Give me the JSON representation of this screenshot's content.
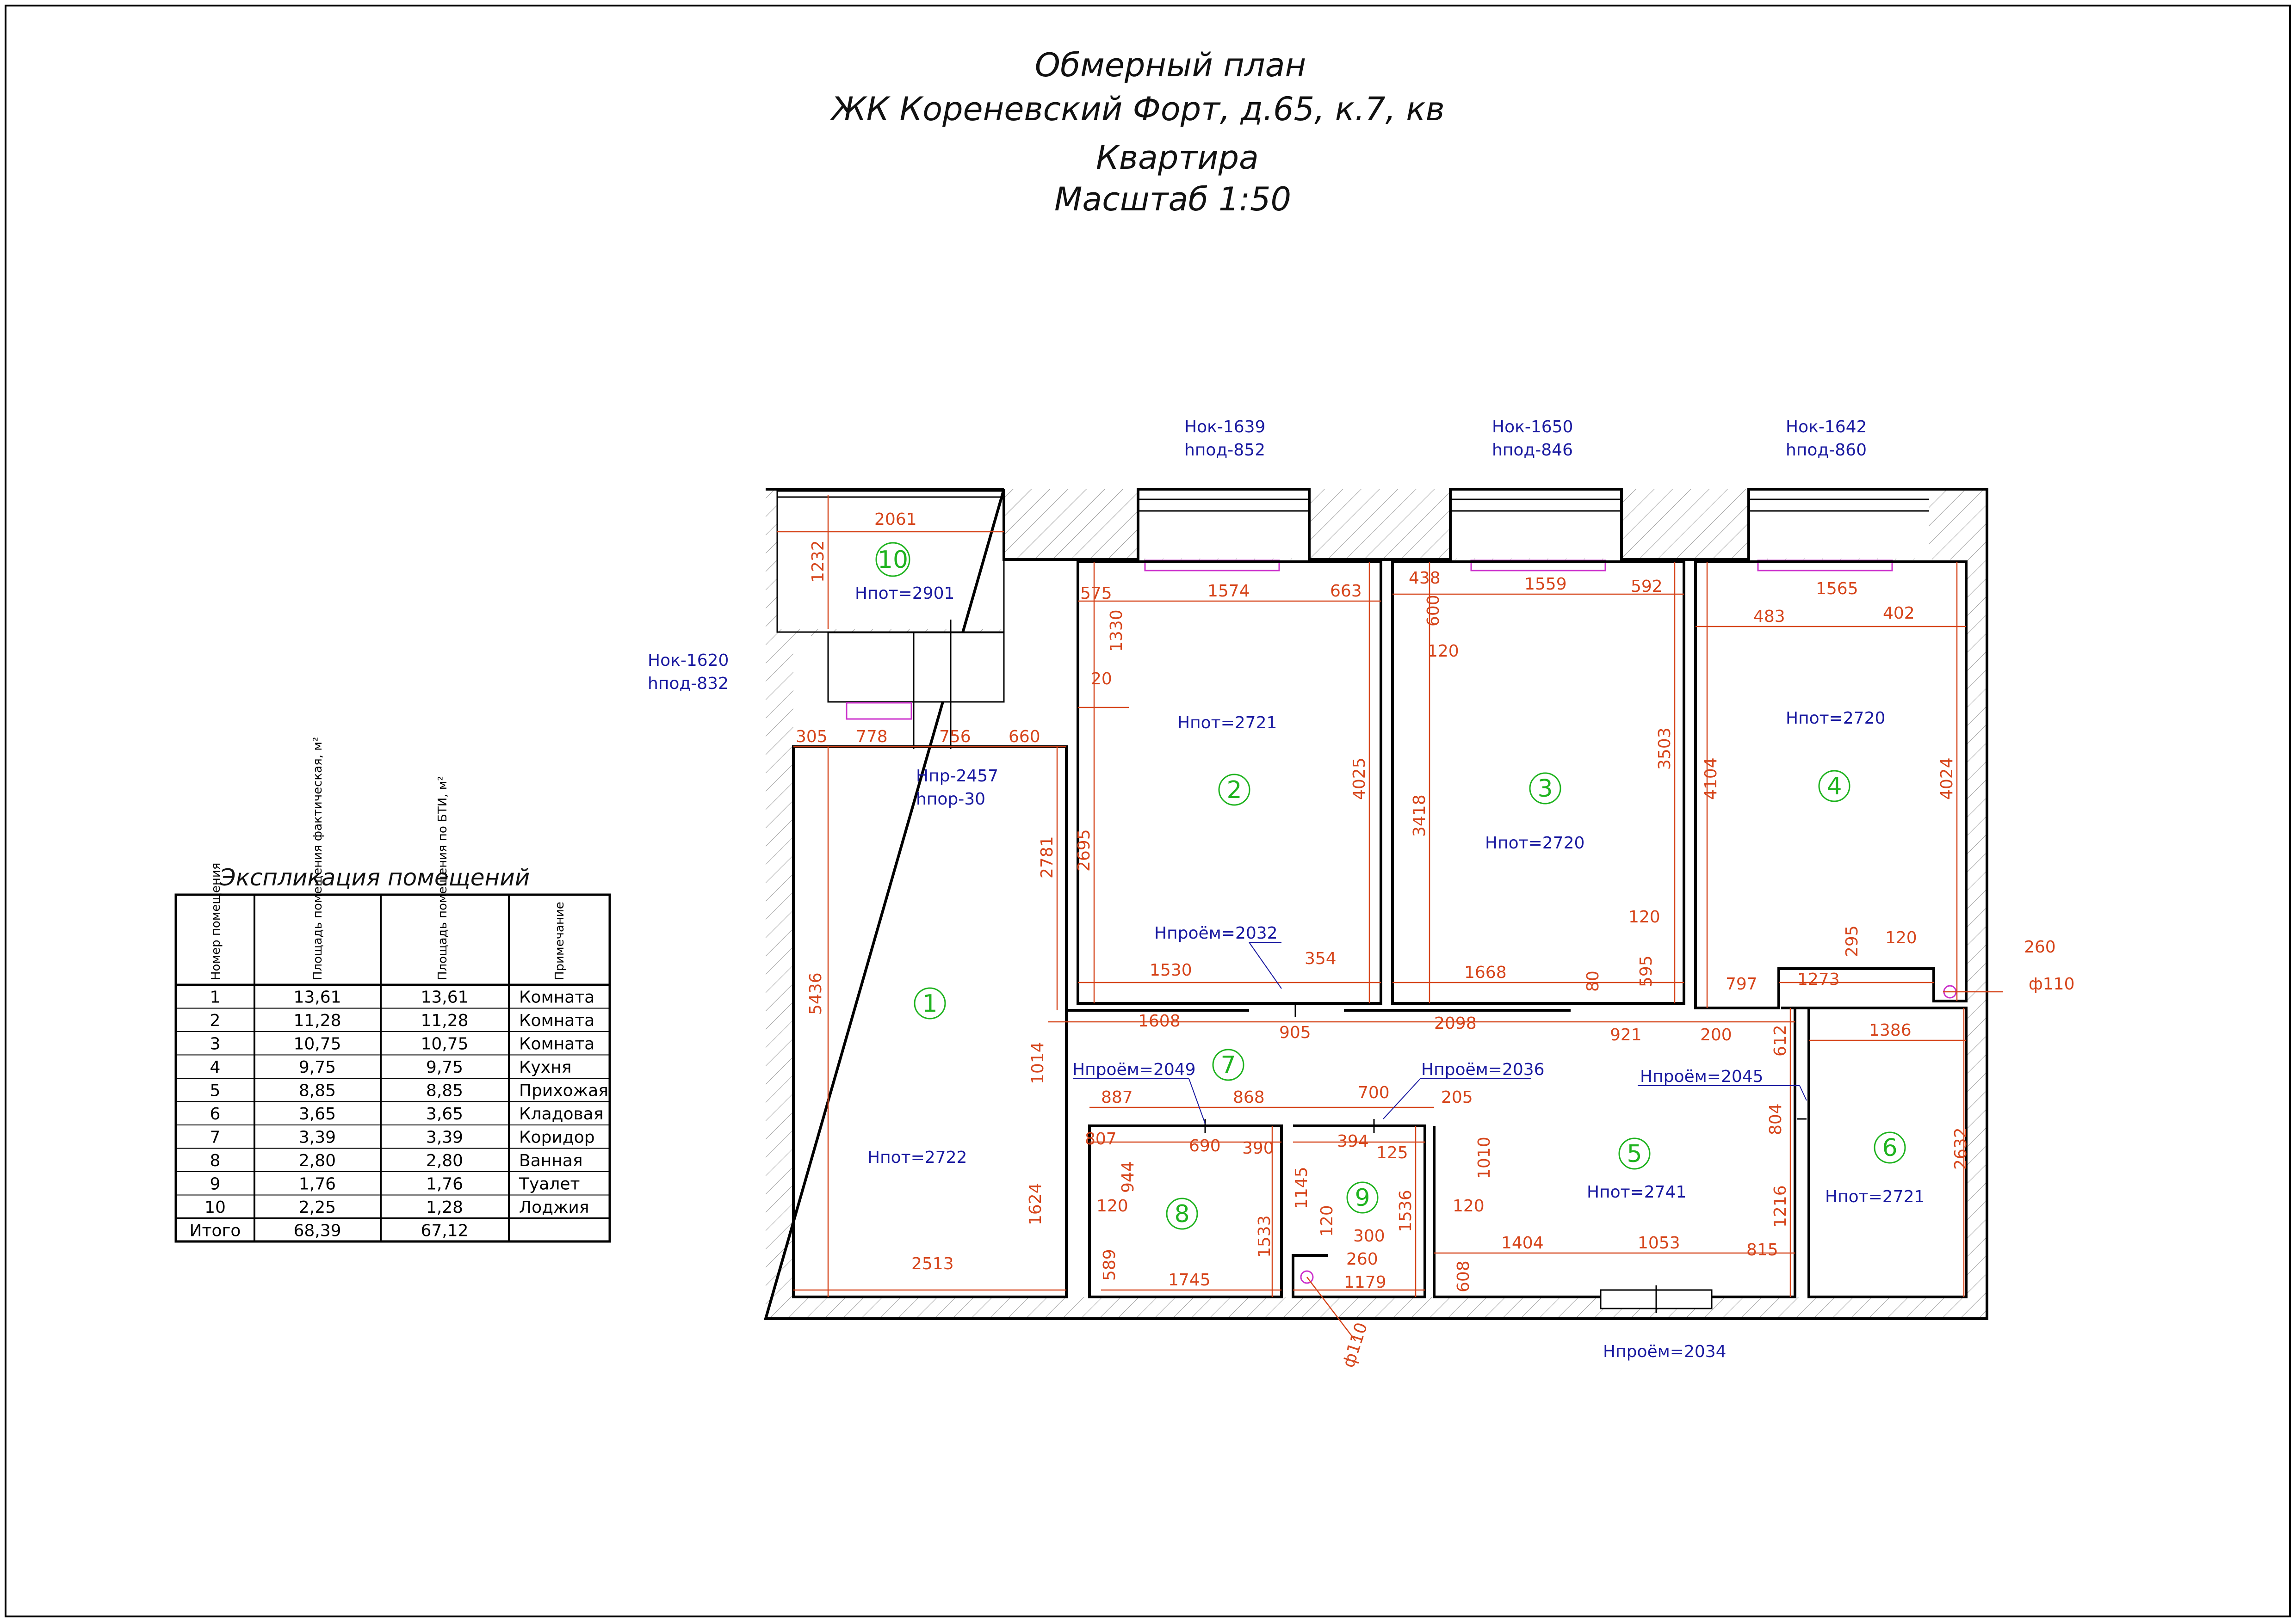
{
  "title": {
    "line1": "Обмерный план",
    "line2": "ЖК Кореневский Форт, д.65, к.7, кв",
    "line3": "Квартира",
    "line4": "Масштаб 1:50"
  },
  "windows": [
    {
      "h": "Нок-1639",
      "sill": "hпод-852"
    },
    {
      "h": "Нок-1650",
      "sill": "hпод-846"
    },
    {
      "h": "Нок-1642",
      "sill": "hпод-860"
    },
    {
      "h": "Нок-1620",
      "sill": "hпод-832"
    }
  ],
  "balcony_door": {
    "h": "Нпр-2457",
    "threshold": "hпор-30"
  },
  "rooms": [
    {
      "num": "1",
      "height": "Нпот=2722"
    },
    {
      "num": "2",
      "height": "Нпот=2721"
    },
    {
      "num": "3",
      "height": "Нпот=2720"
    },
    {
      "num": "4",
      "height": "Нпот=2720"
    },
    {
      "num": "5",
      "height": "Нпот=2741"
    },
    {
      "num": "6",
      "height": "Нпот=2721"
    },
    {
      "num": "7",
      "height": ""
    },
    {
      "num": "8",
      "height": ""
    },
    {
      "num": "9",
      "height": ""
    },
    {
      "num": "10",
      "height": "Нпот=2901"
    }
  ],
  "openings": [
    "Нпроём=2032",
    "Нпроём=2049",
    "Нпроём=2036",
    "Нпроём=2045",
    "Нпроём=2034"
  ],
  "pipes": [
    "ф110",
    "ф110"
  ],
  "dimensions": {
    "d2061": "2061",
    "d1232": "1232",
    "d575": "575",
    "d1574": "1574",
    "d663": "663",
    "d1330": "1330",
    "d20": "20",
    "d438": "438",
    "d1559": "1559",
    "d592": "592",
    "d600": "600",
    "d120a": "120",
    "d483": "483",
    "d1565": "1565",
    "d402": "402",
    "d305": "305",
    "d778": "778",
    "d756": "756",
    "d660": "660",
    "d2781": "2781",
    "d2695": "2695",
    "d4025": "4025",
    "d3418": "3418",
    "d3503": "3503",
    "d4104": "4104",
    "d4024": "4024",
    "d5436": "5436",
    "d1530": "1530",
    "d354": "354",
    "d1668": "1668",
    "d80": "80",
    "d595": "595",
    "d120b": "120",
    "d797": "797",
    "d1273": "1273",
    "d295": "295",
    "d120c": "120",
    "d260a": "260",
    "d1608": "1608",
    "d905": "905",
    "d2098": "2098",
    "d921": "921",
    "d200": "200",
    "d1386": "1386",
    "d612": "612",
    "d1014": "1014",
    "d887": "887",
    "d868": "868",
    "d700": "700",
    "d205": "205",
    "d807": "807",
    "d690": "690",
    "d390": "390",
    "d394": "394",
    "d125": "125",
    "d944": "944",
    "d1010": "1010",
    "d804": "804",
    "d2632": "2632",
    "d1145": "1145",
    "d1536": "1536",
    "d120d": "120",
    "d120e": "120",
    "d120f": "120",
    "d300": "300",
    "d1533": "1533",
    "d1624": "1624",
    "d1216": "1216",
    "d589": "589",
    "d1745": "1745",
    "d260b": "260",
    "d1179": "1179",
    "d608": "608",
    "d1404": "1404",
    "d1053": "1053",
    "d815": "815",
    "d2513": "2513"
  },
  "explication": {
    "caption": "Экспликация помещений",
    "headers": [
      "Номер помещения",
      "Площадь помещения фактическая, м²",
      "Площадь помещения по БТИ, м²",
      "Примечание"
    ],
    "rows": [
      [
        "1",
        "13,61",
        "13,61",
        "Комната"
      ],
      [
        "2",
        "11,28",
        "11,28",
        "Комната"
      ],
      [
        "3",
        "10,75",
        "10,75",
        "Комната"
      ],
      [
        "4",
        "9,75",
        "9,75",
        "Кухня"
      ],
      [
        "5",
        "8,85",
        "8,85",
        "Прихожая"
      ],
      [
        "6",
        "3,65",
        "3,65",
        "Кладовая"
      ],
      [
        "7",
        "3,39",
        "3,39",
        "Коридор"
      ],
      [
        "8",
        "2,80",
        "2,80",
        "Ванная"
      ],
      [
        "9",
        "1,76",
        "1,76",
        "Туалет"
      ],
      [
        "10",
        "2,25",
        "1,28",
        "Лоджия"
      ]
    ],
    "total": [
      "Итого",
      "68,39",
      "67,12",
      ""
    ]
  }
}
